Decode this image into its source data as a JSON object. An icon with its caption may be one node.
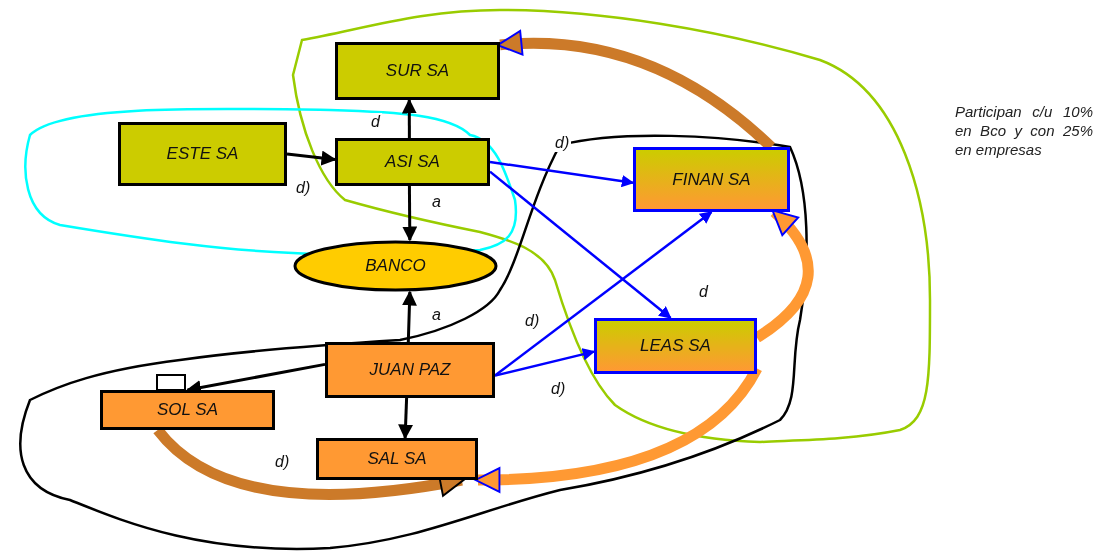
{
  "diagram": {
    "nodes": [
      {
        "text": [
          "SUR SA"
        ]
      },
      {
        "text": [
          "ESTE SA"
        ]
      },
      {
        "text": [
          "ASI SA"
        ]
      },
      {
        "text": [
          "FINAN SA"
        ]
      },
      {
        "text": [
          "BANCO"
        ]
      },
      {
        "text": [
          "LEAS SA"
        ]
      },
      {
        "text": [
          "JUAN PAZ"
        ]
      },
      {
        "text": [
          "SOL SA"
        ]
      },
      {
        "text": [
          "SAL SA"
        ]
      }
    ],
    "edges": [
      {
        "from": 2,
        "to": 0,
        "arrow": "to",
        "label": "d"
      },
      {
        "from": 1,
        "to": 2,
        "arrow": "to",
        "label": "d)"
      },
      {
        "from": 2,
        "to": 4,
        "arrow": "to",
        "label": "a"
      },
      {
        "from": 6,
        "to": 4,
        "arrow": "to",
        "label": "a"
      },
      {
        "from": 2,
        "to": 3,
        "arrow": "to",
        "label": "d)",
        "color": "#0000ff"
      },
      {
        "from": 2,
        "to": 5,
        "arrow": "to",
        "label": "d",
        "color": "#0000ff"
      },
      {
        "from": 6,
        "to": 3,
        "arrow": "to",
        "label": "d)",
        "color": "#0000ff"
      },
      {
        "from": 6,
        "to": 5,
        "arrow": "to",
        "label": "d)",
        "color": "#0000ff"
      },
      {
        "from": 6,
        "to": 7,
        "arrow": "to"
      },
      {
        "from": 6,
        "to": 8,
        "arrow": "to"
      },
      {
        "from": 3,
        "to": 0,
        "arrow": "to",
        "style": "thick",
        "color": "#cc7a29"
      },
      {
        "from": 5,
        "to": 3,
        "arrow": "to",
        "style": "thick",
        "color": "#ff9933"
      },
      {
        "from": 5,
        "to": 8,
        "arrow": "to",
        "style": "thick",
        "color": "#ff9933"
      },
      {
        "from": 7,
        "to": 8,
        "arrow": "to",
        "style": "thick",
        "color": "#cc7a29"
      }
    ],
    "labels": [
      "d)",
      "Participan c/u 10% en Bco y con 25% en empresas"
    ]
  }
}
